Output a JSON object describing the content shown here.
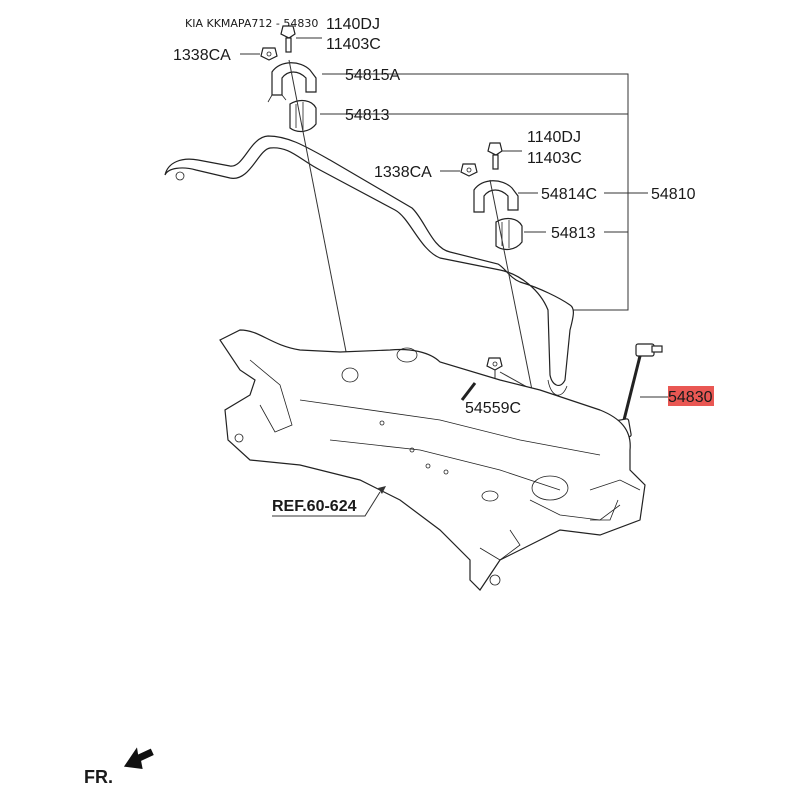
{
  "header": {
    "title": "KIA KKMAPA712 - 54830"
  },
  "labels": {
    "bolt_top_1": "1140DJ",
    "bolt_top_2": "11403C",
    "nut_left": "1338CA",
    "bracket_left": "54815A",
    "bushing_left": "54813",
    "bolt_right_1": "1140DJ",
    "bolt_right_2": "11403C",
    "nut_right": "1338CA",
    "bracket_right": "54814C",
    "bar_assy": "54810",
    "bushing_right": "54813",
    "nut_link": "54559C",
    "link": "54830",
    "ref": "REF.60-624",
    "front": "FR."
  },
  "colors": {
    "highlight": "#e53935",
    "line": "#333333"
  }
}
